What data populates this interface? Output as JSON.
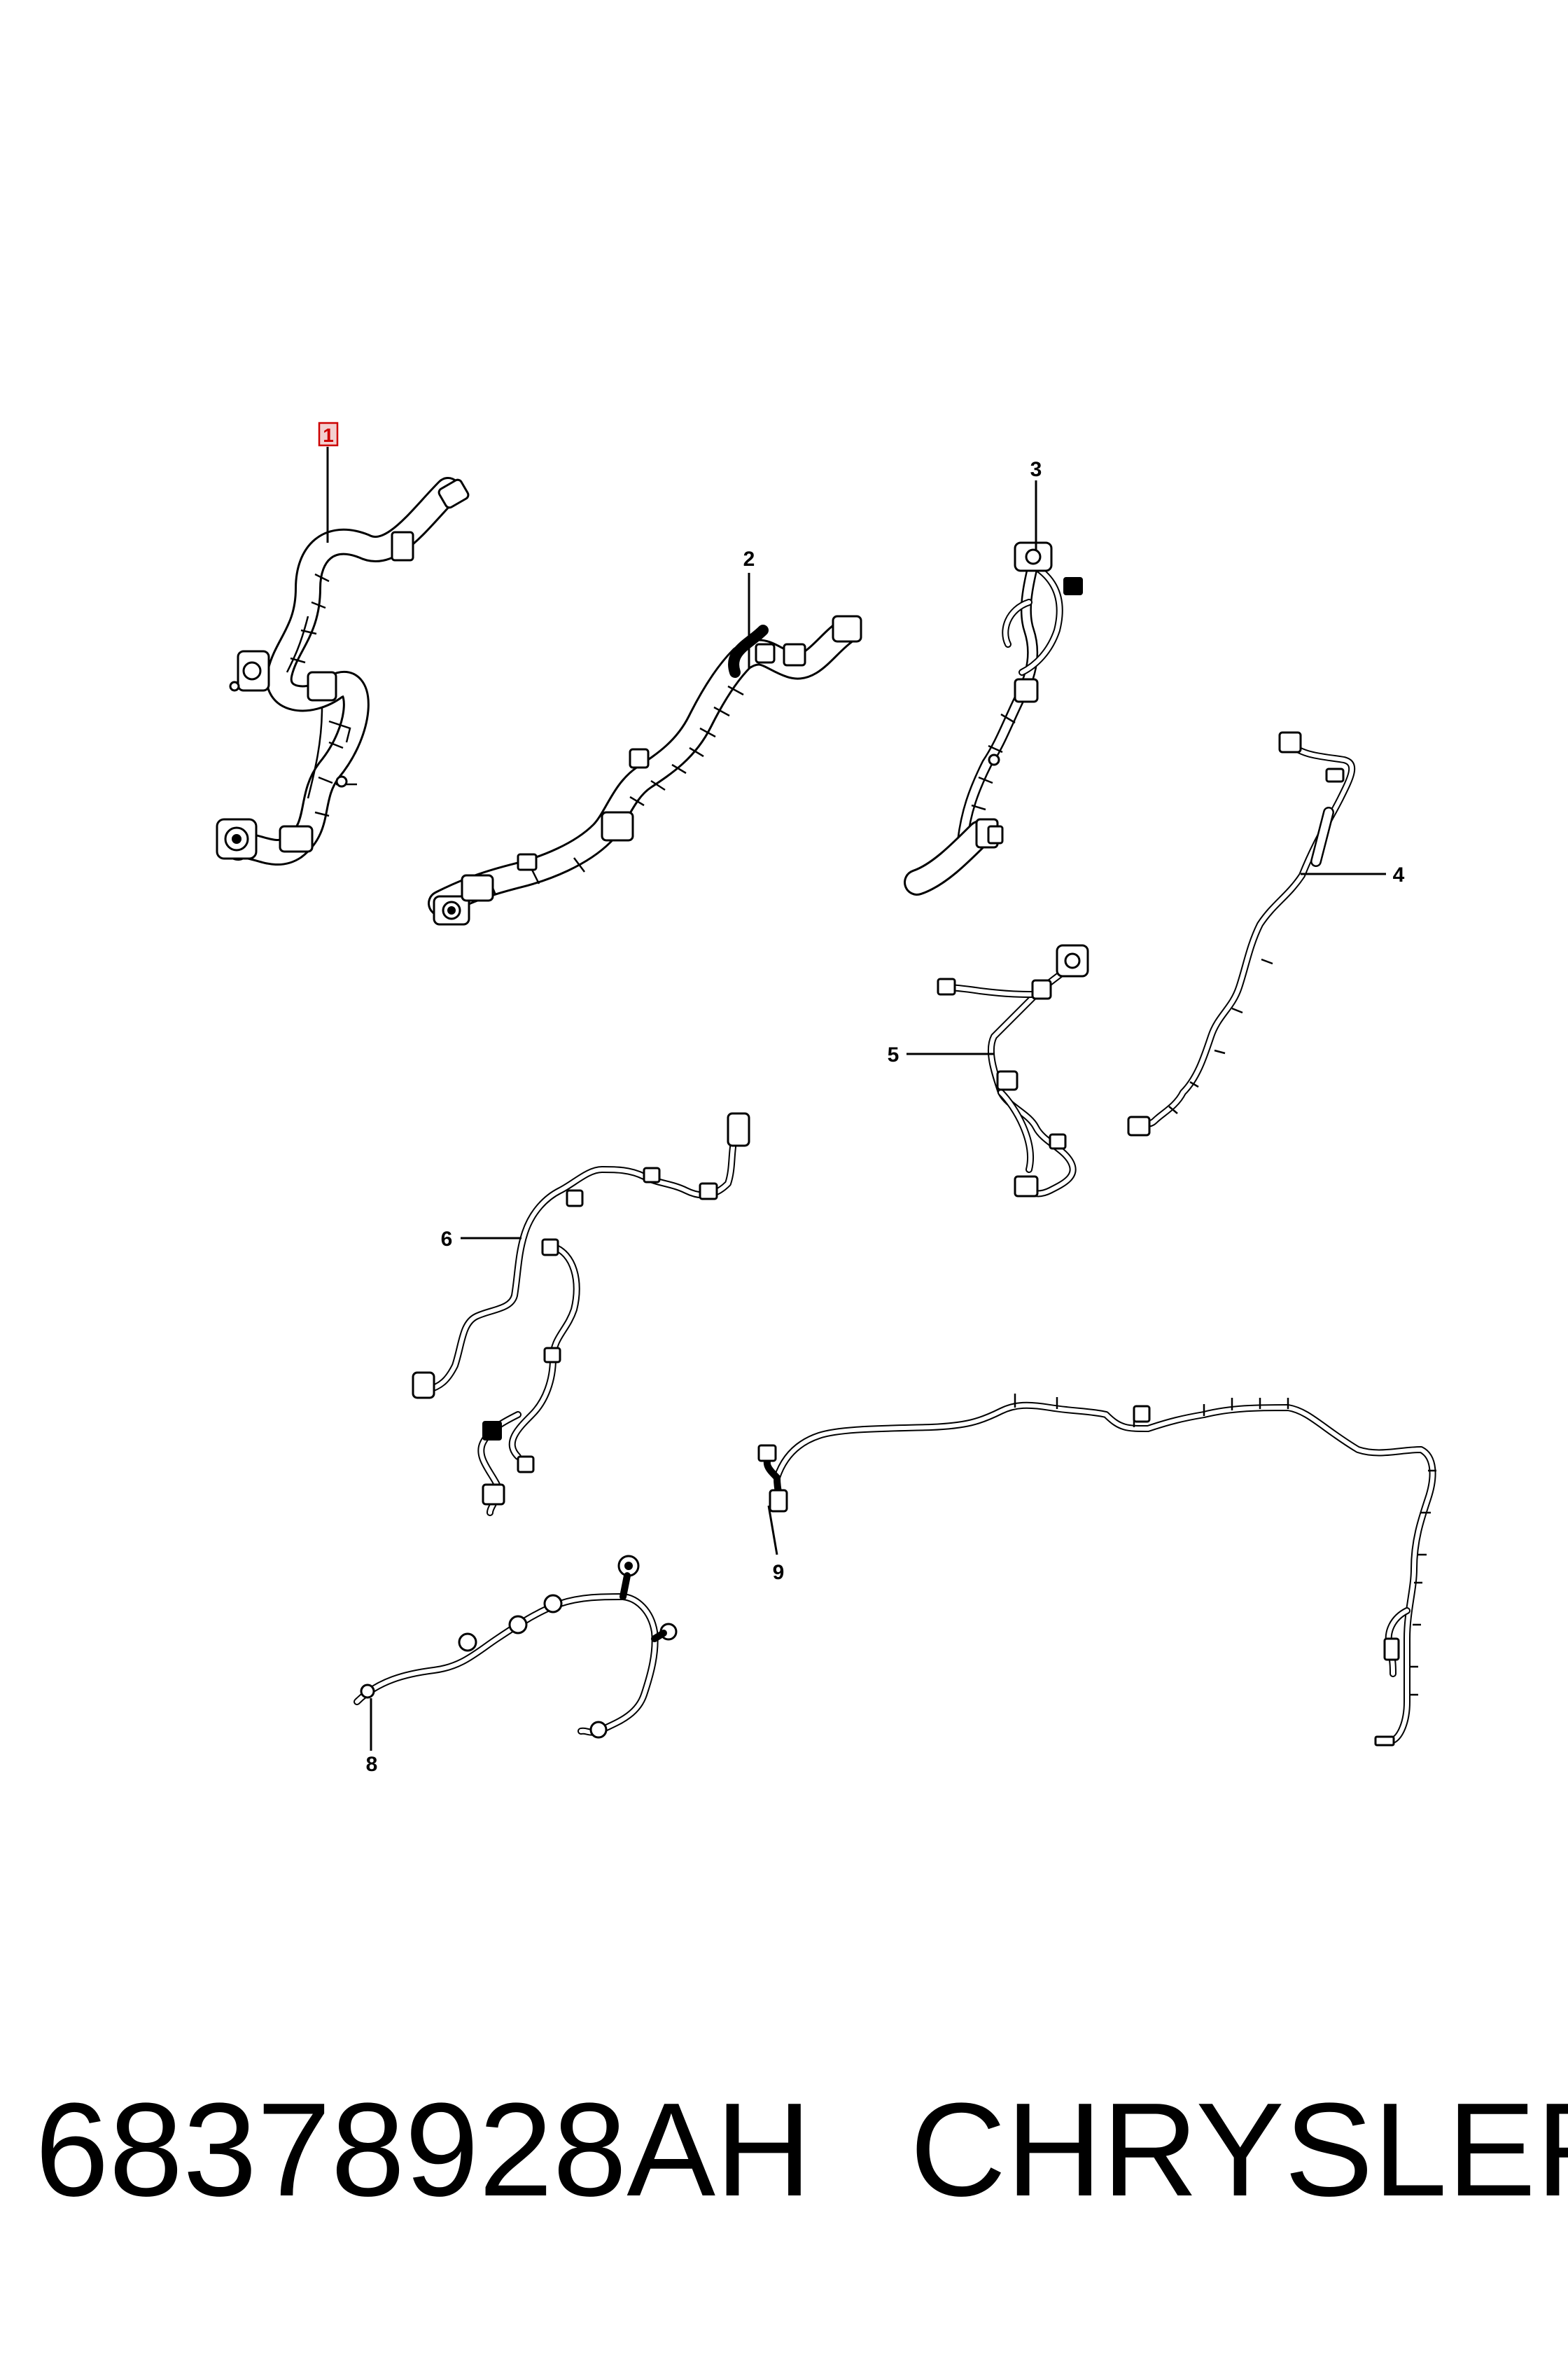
{
  "diagram": {
    "callouts": [
      {
        "id": "1",
        "label": "1",
        "highlighted": true
      },
      {
        "id": "2",
        "label": "2"
      },
      {
        "id": "3",
        "label": "3"
      },
      {
        "id": "4",
        "label": "4"
      },
      {
        "id": "5",
        "label": "5"
      },
      {
        "id": "6",
        "label": "6"
      },
      {
        "id": "8",
        "label": "8"
      },
      {
        "id": "9",
        "label": "9"
      }
    ],
    "highlight_color": "#cc0000"
  },
  "footer": {
    "part_number": "68378928AH",
    "brand": "CHRYSLER"
  }
}
